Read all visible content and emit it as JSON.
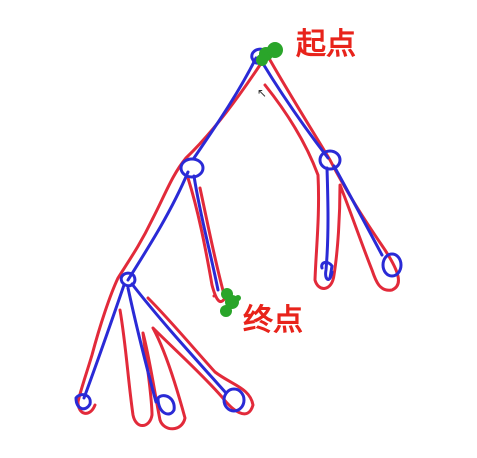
{
  "labels": {
    "start": "起点",
    "end": "终点"
  },
  "colors": {
    "path_outline": "#e22a3a",
    "tree_edges": "#2a2ad6",
    "markers": "#2aa52a",
    "label_text": "#e8231b"
  },
  "icons": {
    "start_marker": "green-dot",
    "end_marker": "green-dot",
    "pointer": "mouse-cursor-icon"
  }
}
